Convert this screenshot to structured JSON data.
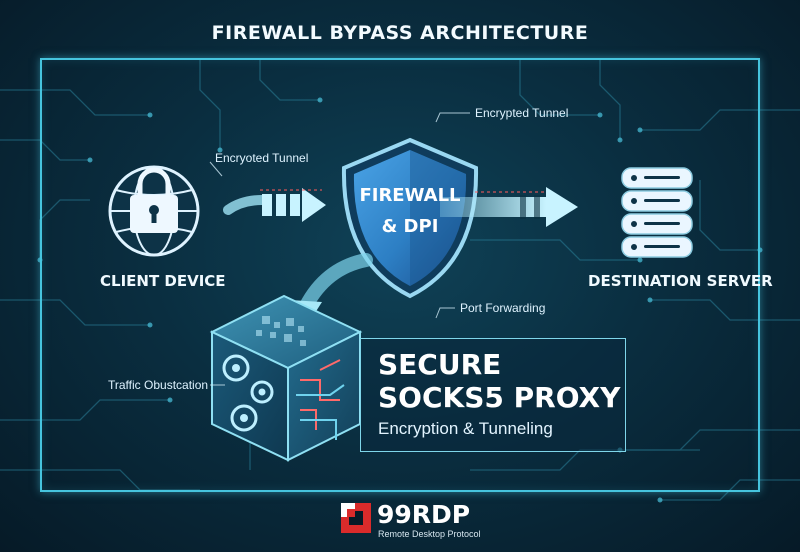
{
  "title": "FIREWALL BYPASS ARCHITECTURE",
  "nodes": {
    "client": "CLIENT DEVICE",
    "firewall_line1": "FIREWALL",
    "firewall_line2": "& DPI",
    "server": "DESTINATION SERVER"
  },
  "annotations": {
    "tunnel_left": "Encryoted Tunnel",
    "tunnel_right": "Encrypted Tunnel",
    "port_forwarding": "Port Forwarding",
    "traffic": "Traffic Obustcation"
  },
  "proxy": {
    "line1": "SECURE",
    "line2": "SOCKS5 PROXY",
    "subtitle": "Encryption & Tunneling"
  },
  "logo": {
    "name": "99RDP",
    "tagline": "Remote Desktop Protocol"
  },
  "colors": {
    "accent": "#46c4de",
    "shield": "#2d7fc4",
    "logo_red": "#d92b2b"
  }
}
